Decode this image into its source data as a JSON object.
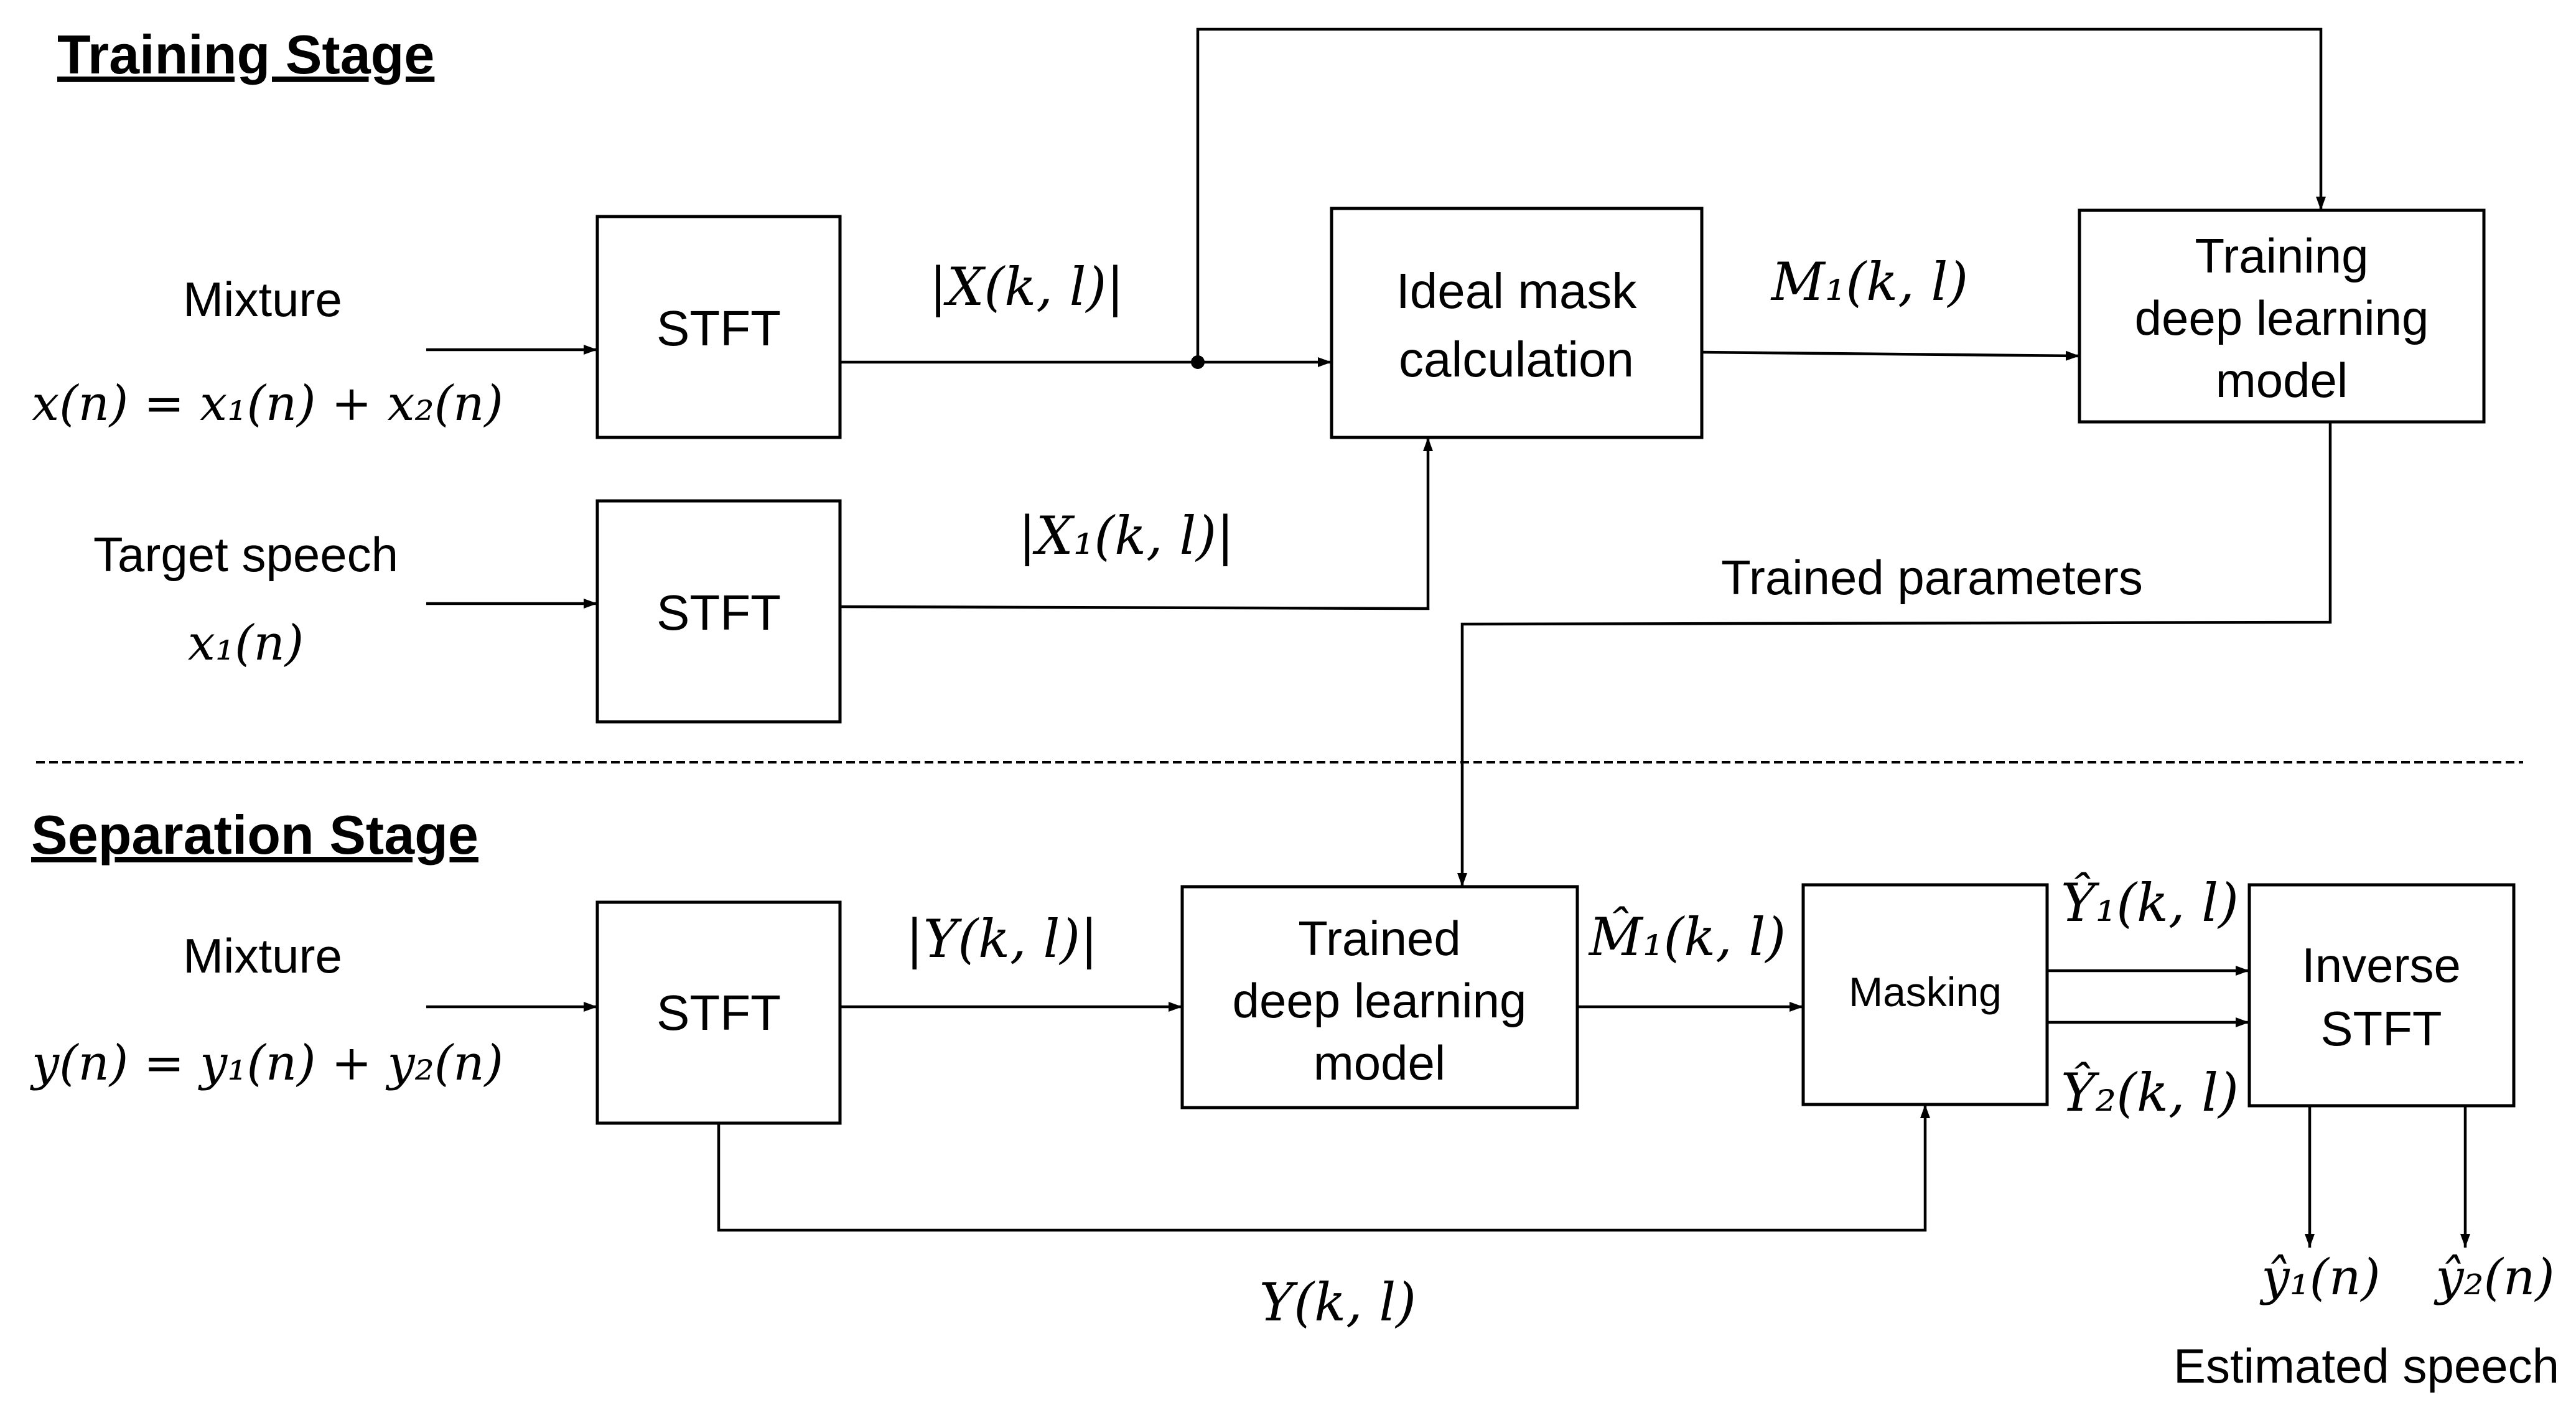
{
  "training": {
    "heading": "Training Stage",
    "mixture_label": "Mixture",
    "mixture_eq": "x(n) = x₁(n) + x₂(n)",
    "target_label": "Target speech",
    "target_eq": "x₁(n)",
    "stft_a": "STFT",
    "stft_b": "STFT",
    "mag_x": "|X(k, l)|",
    "mag_x1": "|X₁(k, l)|",
    "mask_line1": "Ideal mask",
    "mask_line2": "calculation",
    "mask_out": "M₁(k, l)",
    "model_line1": "Training",
    "model_line2": "deep learning",
    "model_line3": "model",
    "params_label": "Trained parameters"
  },
  "separation": {
    "heading": "Separation Stage",
    "mixture_label": "Mixture",
    "mixture_eq": "y(n) = y₁(n) + y₂(n)",
    "stft": "STFT",
    "mag_y": "|Y(k, l)|",
    "model_line1": "Trained",
    "model_line2": "deep learning",
    "model_line3": "model",
    "mask_est": "M̂₁(k, l)",
    "masking": "Masking",
    "y1_hat": "Ŷ₁(k, l)",
    "y2_hat": "Ŷ₂(k, l)",
    "inverse_line1": "Inverse",
    "inverse_line2": "STFT",
    "complex_y": "Y(k, l)",
    "out1": "ŷ₁(n)",
    "out2": "ŷ₂(n)",
    "estimated_label": "Estimated speech"
  }
}
